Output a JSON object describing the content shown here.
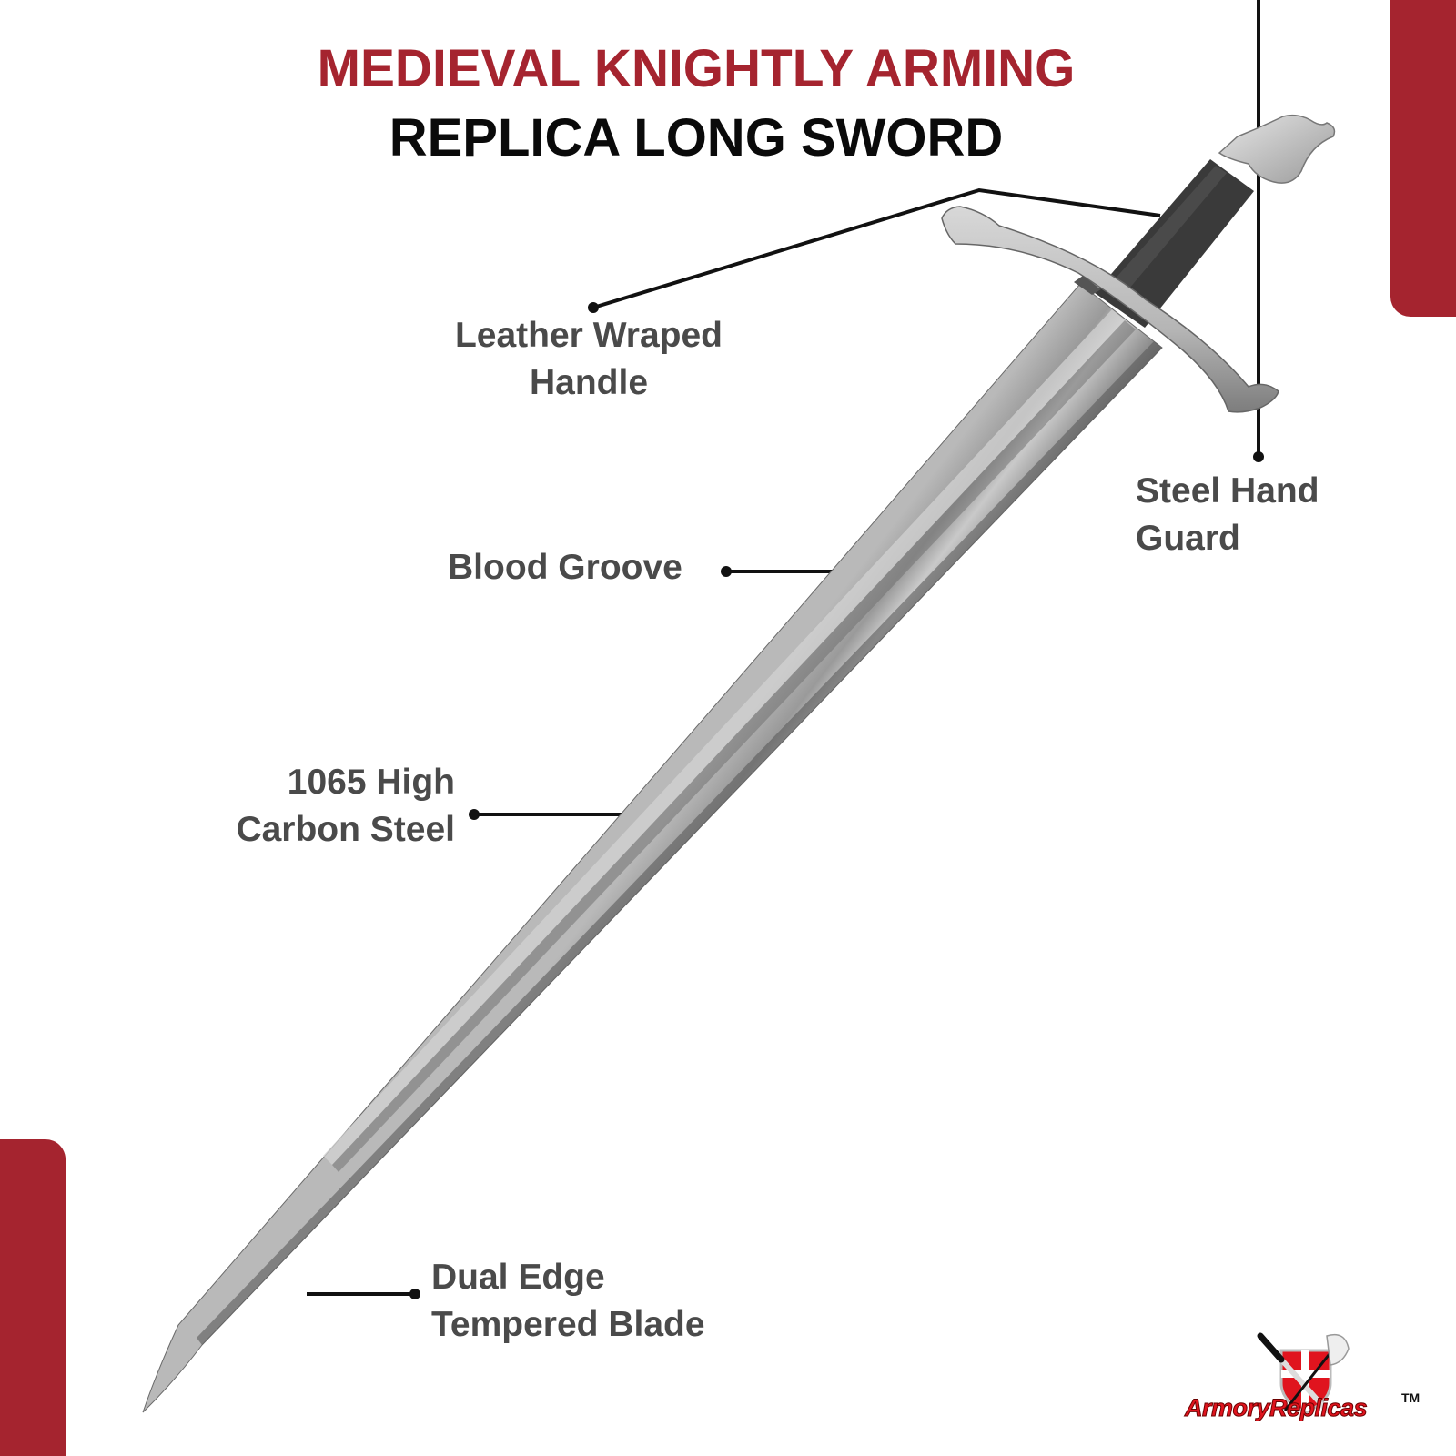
{
  "header": {
    "title_line1": "MEDIEVAL KNIGHTLY ARMING",
    "title_line2": "REPLICA LONG SWORD"
  },
  "callouts": [
    {
      "id": "handle",
      "line1": "Leather Wraped",
      "line2": "Handle"
    },
    {
      "id": "guard",
      "line1": "Steel Hand",
      "line2": "Guard"
    },
    {
      "id": "groove",
      "line1": "Blood Groove"
    },
    {
      "id": "steel",
      "line1": "1065 High",
      "line2": "Carbon Steel"
    },
    {
      "id": "blade",
      "line1": "Dual Edge",
      "line2": "Tempered Blade"
    }
  ],
  "logo": {
    "brand": "ArmoryReplicas",
    "trademark": "TM"
  },
  "colors": {
    "accent_red": "#a5242f",
    "label_gray": "#4a4a4a",
    "title_black": "#0a0a0a"
  }
}
